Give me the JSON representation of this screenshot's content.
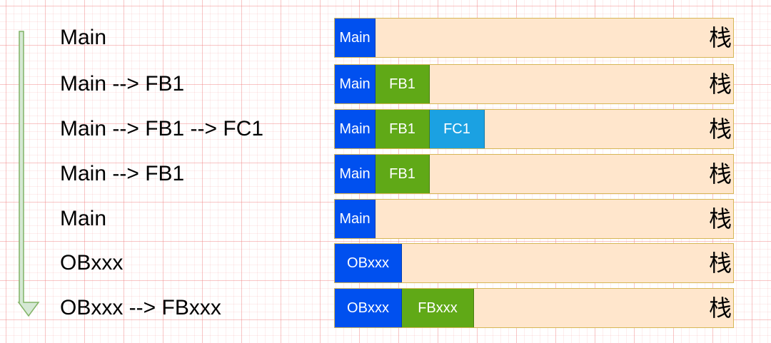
{
  "stack_label": "栈",
  "colors": {
    "Main": "#0050ef",
    "OBxxx": "#0050ef",
    "FB1": "#60a917",
    "FBxxx": "#60a917",
    "FC1": "#1ba1e2"
  },
  "rows": [
    {
      "label": "Main",
      "blocks": [
        "Main"
      ]
    },
    {
      "label": "Main --> FB1",
      "blocks": [
        "Main",
        "FB1"
      ]
    },
    {
      "label": "Main --> FB1 --> FC1",
      "blocks": [
        "Main",
        "FB1",
        "FC1"
      ]
    },
    {
      "label": "Main --> FB1",
      "blocks": [
        "Main",
        "FB1"
      ]
    },
    {
      "label": "Main",
      "blocks": [
        "Main"
      ]
    },
    {
      "label": "OBxxx",
      "blocks": [
        "OBxxx"
      ]
    },
    {
      "label": "OBxxx --> FBxxx",
      "blocks": [
        "OBxxx",
        "FBxxx"
      ]
    }
  ]
}
